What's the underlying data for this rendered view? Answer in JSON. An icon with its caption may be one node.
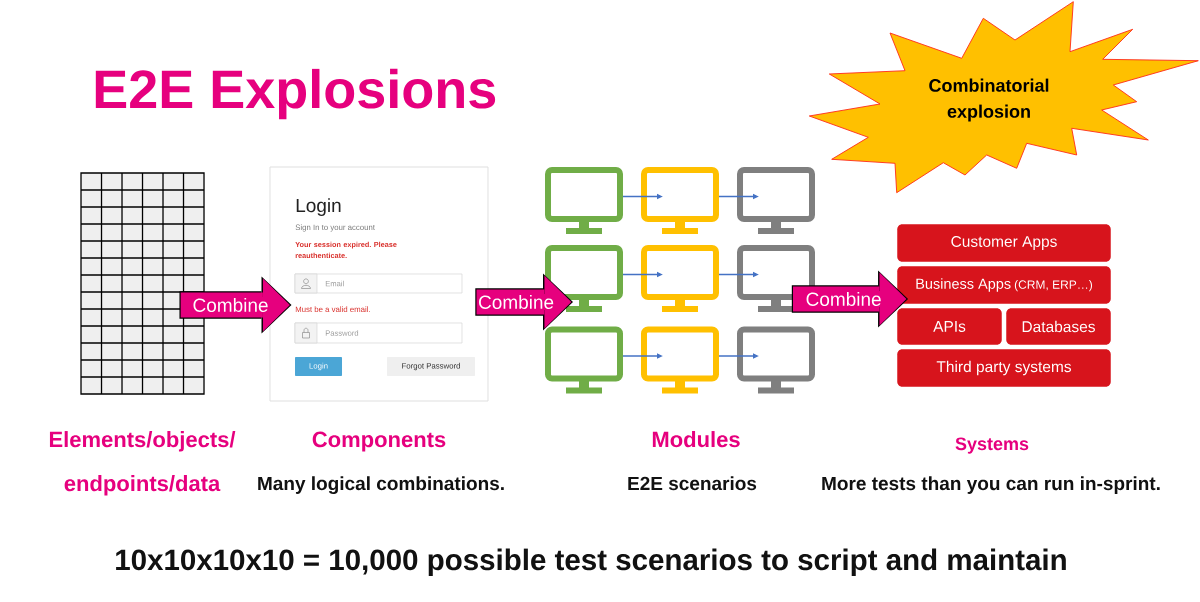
{
  "diagram": {
    "title": "E2E Explosions",
    "caption": "10x10x10x10 = 10,000 possible test scenarios to script and maintain",
    "nodes": [
      {
        "text": [
          "Combinatorial explosion"
        ]
      },
      {
        "text": [],
        "shape": "grid",
        "beside": [
          "Elements/objects/ endpoints/data"
        ]
      },
      {
        "text": [
          "Login",
          "Sign In to your account",
          "Your session expired. Please reauthenticate.",
          "Must be a valid email."
        ],
        "beside": [
          "Components",
          "Many logical combinations."
        ]
      },
      {
        "text": [
          "Email"
        ],
        "in": 2
      },
      {
        "text": [
          "Password"
        ],
        "in": 2
      },
      {
        "text": [
          "Login"
        ],
        "in": 2
      },
      {
        "text": [
          "Forgot Password"
        ],
        "in": 2
      },
      {
        "text": [],
        "shape": "monitor"
      },
      {
        "text": [],
        "shape": "monitor"
      },
      {
        "text": [],
        "shape": "monitor"
      },
      {
        "text": [],
        "shape": "monitor"
      },
      {
        "text": [],
        "shape": "monitor"
      },
      {
        "text": [],
        "shape": "monitor"
      },
      {
        "text": [],
        "shape": "monitor"
      },
      {
        "text": [],
        "shape": "monitor"
      },
      {
        "text": [],
        "shape": "monitor"
      },
      {
        "text": [
          "Customer Apps"
        ]
      },
      {
        "text": [
          "Business Apps",
          "(CRM, ERP…)"
        ]
      },
      {
        "text": [
          "APIs"
        ]
      },
      {
        "text": [
          "Databases"
        ]
      },
      {
        "text": [
          "Third party systems"
        ]
      }
    ],
    "edges": [
      {
        "from": 1,
        "to": 2,
        "arrow": "to",
        "label": "Combine",
        "style": "thick",
        "color": "#e6007e"
      },
      {
        "from": 2,
        "to": 10,
        "arrow": "to",
        "label": "Combine",
        "style": "thick",
        "color": "#e6007e"
      },
      {
        "from": 7,
        "to": 8,
        "arrow": "to"
      },
      {
        "from": 8,
        "to": 9,
        "arrow": "to"
      },
      {
        "from": 10,
        "to": 11,
        "arrow": "to"
      },
      {
        "from": 11,
        "to": 12,
        "arrow": "to"
      },
      {
        "from": 13,
        "to": 14,
        "arrow": "to"
      },
      {
        "from": 14,
        "to": 15,
        "arrow": "to"
      },
      {
        "from": 12,
        "to": 17,
        "arrow": "to",
        "label": "Combine",
        "style": "thick",
        "color": "#e6007e"
      }
    ],
    "labels": [
      "Modules",
      "E2E scenarios",
      "Systems",
      "More tests than you can run in-sprint."
    ]
  }
}
